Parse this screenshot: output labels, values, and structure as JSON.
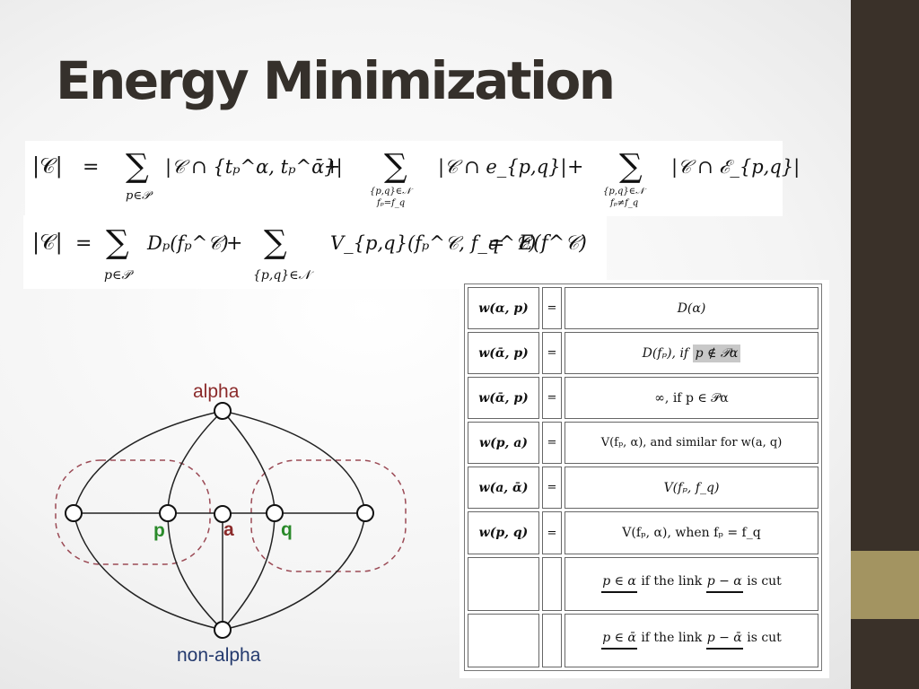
{
  "slide": {
    "title": "Energy Minimization",
    "colors": {
      "sidebar_dark": "#3a3129",
      "sidebar_accent": "#a39461",
      "title": "#35302b"
    }
  },
  "equation1": {
    "lhs": "|𝒞|",
    "eq": "=",
    "sum1_sub": "p∈𝒫",
    "term1": "|𝒞 ∩ {tₚ^α, tₚ^ᾱ}|",
    "plus": "+",
    "sum2_sub1": "{p,q}∈𝒩",
    "sum2_sub2": "fₚ=f_q",
    "term2": "|𝒞 ∩ e_{p,q}|",
    "sum3_sub1": "{p,q}∈𝒩",
    "sum3_sub2": "fₚ≠f_q",
    "term3": "|𝒞 ∩ ℰ_{p,q}|"
  },
  "equation2": {
    "lhs": "|𝒞|",
    "eq": "=",
    "sum1_sub": "p∈𝒫",
    "term1": "Dₚ(fₚ^𝒞)",
    "plus": "+",
    "sum2_sub": "{p,q}∈𝒩",
    "term2": "V_{p,q}(fₚ^𝒞, f_q^𝒞)",
    "rhs": "E(f^𝒞)"
  },
  "weight_table": {
    "rows": [
      {
        "lhs": "w(α, p)",
        "eq": "=",
        "rhs": "D(α)"
      },
      {
        "lhs": "w(ᾱ, p)",
        "eq": "=",
        "rhs_pre": "D(fₚ), if ",
        "rhs_hl": "p ∉ 𝒫α",
        "rhs_post": ""
      },
      {
        "lhs": "w(ᾱ, p)",
        "eq": "=",
        "rhs": "∞, if p ∈ 𝒫α"
      },
      {
        "lhs": "w(p, a)",
        "eq": "=",
        "rhs": "V(fₚ, α), and similar for w(a, q)"
      },
      {
        "lhs": "w(a, ᾱ)",
        "eq": "=",
        "rhs": "V(fₚ, f_q)"
      },
      {
        "lhs": "w(p, q)",
        "eq": "=",
        "rhs": "V(fₚ, α), when fₚ = f_q"
      },
      {
        "lhs": "",
        "eq": "",
        "rhs_a": "p ∈ α",
        "rhs_b": " if the link ",
        "rhs_c": "p − α",
        "rhs_d": " is cut"
      },
      {
        "lhs": "",
        "eq": "",
        "rhs_a": "p ∈ ᾱ",
        "rhs_b": " if the link ",
        "rhs_c": "p − ᾱ",
        "rhs_d": " is cut"
      }
    ]
  },
  "graph": {
    "labels": {
      "alpha": "alpha",
      "non_alpha": "non-alpha",
      "p": "p",
      "a": "a",
      "q": "q"
    },
    "colors": {
      "alpha": "#8b2a2a",
      "non_alpha": "#243a6e",
      "p": "#2a8a2a",
      "a": "#8b2a2a",
      "q": "#2a8a2a",
      "dashed": "#9b4a55"
    }
  }
}
